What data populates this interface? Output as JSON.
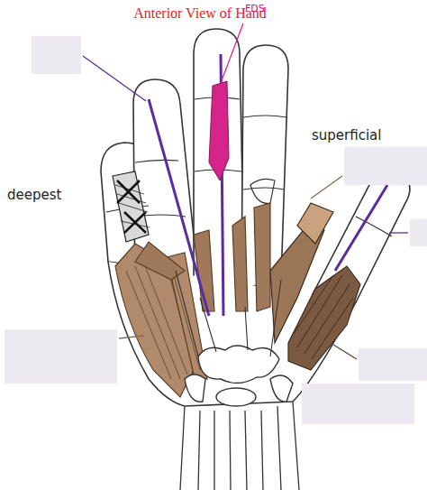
{
  "diagram": {
    "title": "Anterior View of Hand",
    "labels": [
      "FDS",
      "superficial",
      "deepest"
    ]
  }
}
